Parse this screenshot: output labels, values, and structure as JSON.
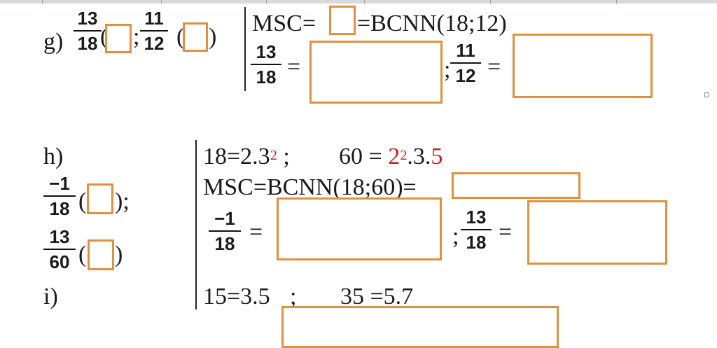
{
  "parts": {
    "g": {
      "label": "g)",
      "frac1": {
        "num": "13",
        "den": "18"
      },
      "sep": ";",
      "frac2": {
        "num": "11",
        "den": "12"
      },
      "msc_prefix": "MSC=",
      "msc_suffix": "=BCNN(18;12)",
      "eq_frac1": {
        "num": "13",
        "den": "18"
      },
      "eq": "=",
      "eq_sep": ";",
      "eq_frac2": {
        "num": "11",
        "den": "12"
      }
    },
    "h": {
      "label": "h)",
      "frac1": {
        "num": "−1",
        "den": "18"
      },
      "after1": ");",
      "frac2": {
        "num": "13",
        "den": "60"
      },
      "fact1_base": "18=2.3",
      "fact1_exp": "2",
      "fact1_end": " ;",
      "fact2_start": "60 = ",
      "fact2_base": "2",
      "fact2_exp": "2",
      "fact2_mid": ".3.",
      "fact2_last": "5",
      "msc_line": "MSC=BCNN(18;60)=",
      "eq_frac1": {
        "num": "−1",
        "den": "18"
      },
      "eq": "=",
      "eq_sep": ";",
      "eq_frac2": {
        "num": "13",
        "den": "18"
      }
    },
    "i": {
      "label": "i)",
      "fact1": "15=3.5",
      "sep": ";",
      "fact2": "35 =5.7"
    }
  },
  "colors": {
    "answer_box_border": "#e0913a",
    "highlight_red": "#d21d1d"
  }
}
